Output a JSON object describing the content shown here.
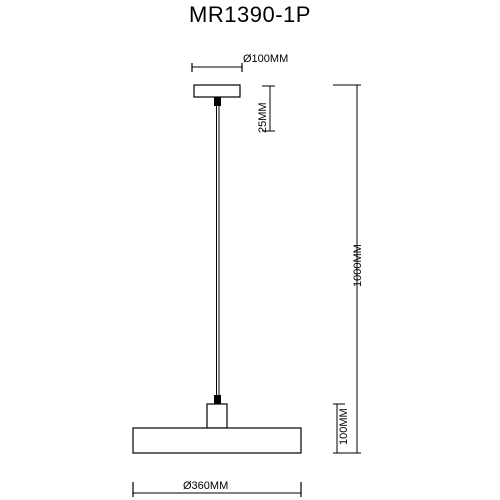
{
  "title": "MR1390-1P",
  "dimensions": {
    "canopy_diameter": "Ø100MM",
    "canopy_height": "25MM",
    "overall_height": "1000MM",
    "shade_height": "100MM",
    "shade_diameter": "Ø360MM"
  },
  "colors": {
    "line": "#000000",
    "background": "#ffffff"
  }
}
